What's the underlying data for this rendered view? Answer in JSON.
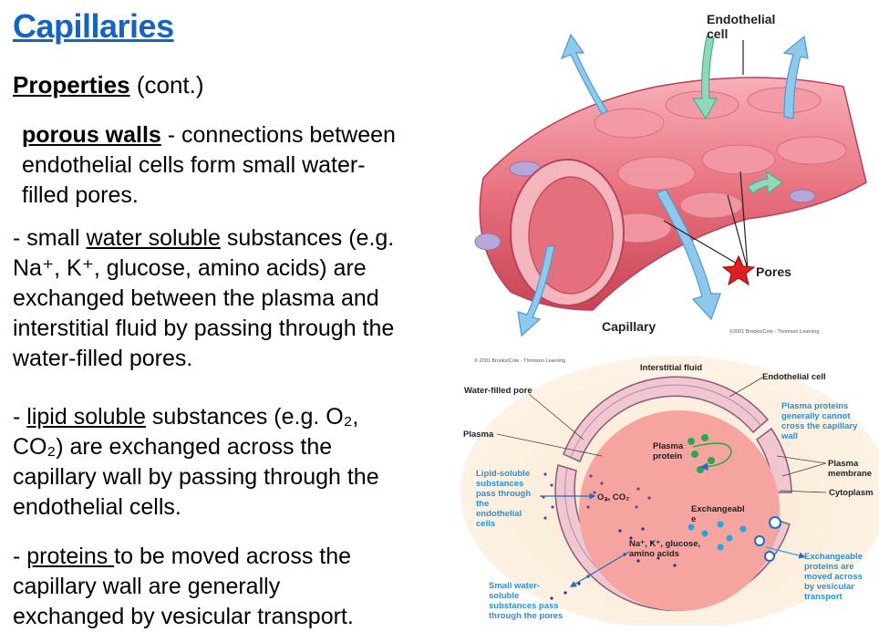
{
  "title": "Capillaries",
  "subtitle": {
    "bold": "Properties",
    "rest": " (cont.)"
  },
  "p1": {
    "term": "porous walls",
    "l1": " - connections between",
    "l2": "endothelial cells form small water-",
    "l3": "filled pores."
  },
  "p2": {
    "l1a": "- small ",
    "l1u": "water soluble",
    "l1b": " substances (e.g.",
    "l2": "Na⁺, K⁺, glucose, amino acids) are",
    "l3": "exchanged between the plasma and",
    "l4": "interstitial fluid by passing through the",
    "l5": "water-filled pores."
  },
  "p3": {
    "l1a": "- ",
    "l1u": "lipid soluble",
    "l1b": " substances (e.g. O₂,",
    "l2": "CO₂) are exchanged across the",
    "l3": "capillary wall by passing through the",
    "l4": "endothelial cells."
  },
  "p4": {
    "l1a": "- ",
    "l1u": "proteins ",
    "l1b": "to be moved across the",
    "l2": "capillary wall are generally",
    "l3": "exchanged by vesicular transport."
  },
  "fig1": {
    "endothelial_cell_1": "Endothelial",
    "endothelial_cell_2": "cell",
    "pores": "Pores",
    "capillary": "Capillary",
    "copyright": "©2001 Brooks/Cole - Thomson Learning"
  },
  "fig2": {
    "copyright": "© 2001 Brooks/Cole - Thomson Learning",
    "interstitial_fluid": "Interstitial fluid",
    "endothelial_cell": "Endothelial cell",
    "water_filled_pore": "Water-filled pore",
    "plasma": "Plasma",
    "plasma_protein_1": "Plasma",
    "plasma_protein_2": "protein",
    "proteins_cannot_1": "Plasma proteins",
    "proteins_cannot_2": "generally cannot",
    "proteins_cannot_3": "cross the capillary",
    "proteins_cannot_4": "wall",
    "plasma_membrane_1": "Plasma",
    "plasma_membrane_2": "membrane",
    "cytoplasm": "Cytoplasm",
    "lipid_1": "Lipid-soluble",
    "lipid_2": "substances",
    "lipid_3": "pass through",
    "lipid_4": "the",
    "lipid_5": "endothelial",
    "lipid_6": "cells",
    "o2co2": "O₂, CO₂",
    "exch_1": "Exchangeabl",
    "exch_2": "e",
    "na_1": "Na⁺, K⁺, glucose,",
    "na_2": "amino acids",
    "small_1": "Small water-",
    "small_2": "soluble",
    "small_3": "substances pass",
    "small_4": "through the pores",
    "exprot_1": "Exchangeable",
    "exprot_2": "proteins are",
    "exprot_3": "moved across",
    "exprot_4": "by vesicular",
    "exprot_5": "transport"
  }
}
